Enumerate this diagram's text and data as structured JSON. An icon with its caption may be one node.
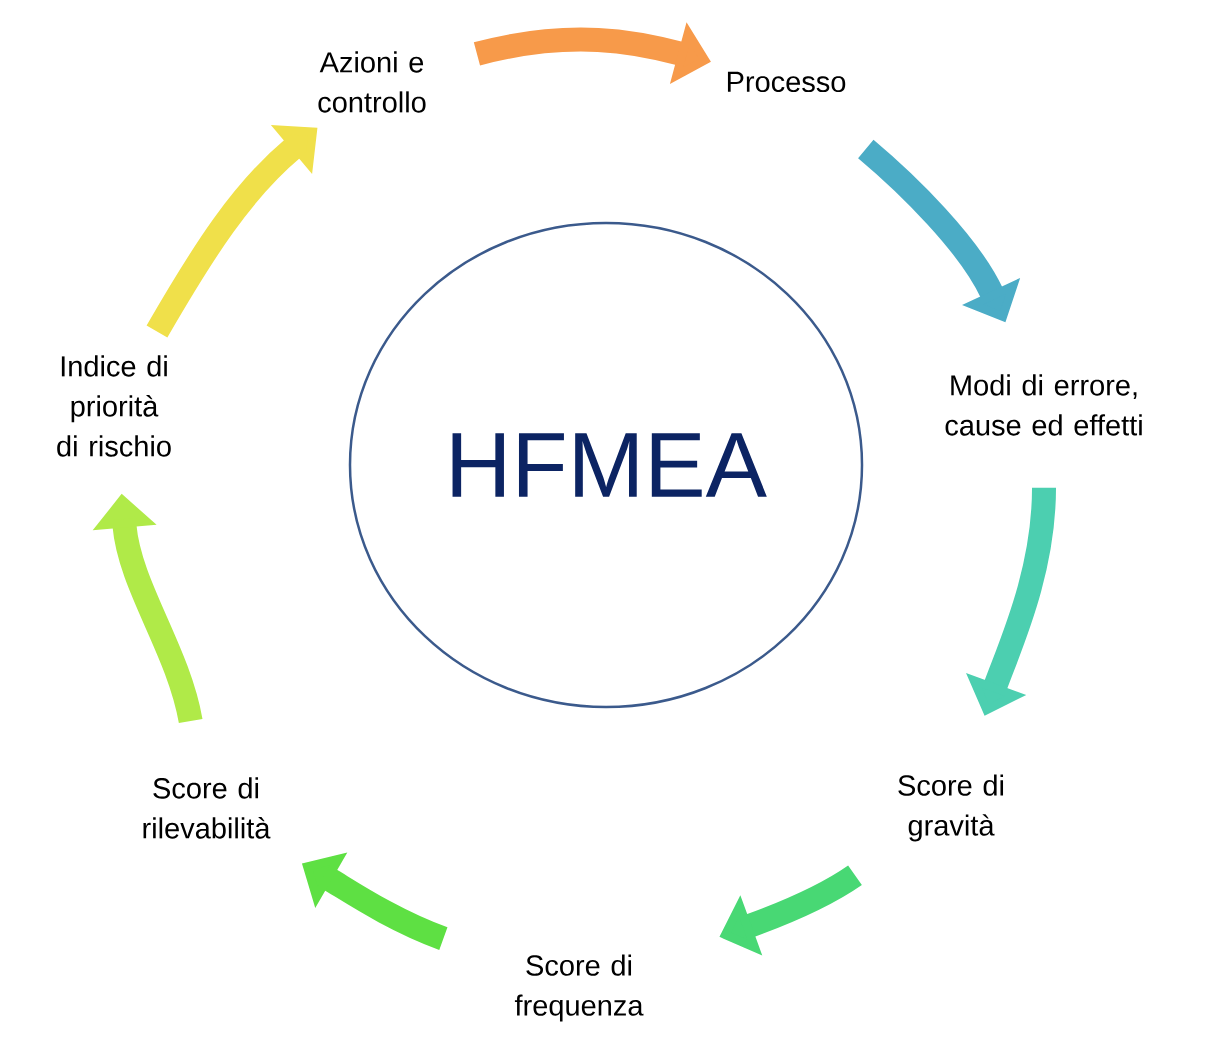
{
  "diagram": {
    "nodes": [
      {
        "text": [
          "HFMEA"
        ]
      },
      {
        "text": [
          "Processo"
        ]
      },
      {
        "text": [
          "Modi di errore, cause ed effetti"
        ]
      },
      {
        "text": [
          "Score di gravità"
        ]
      },
      {
        "text": [
          "Score di frequenza"
        ]
      },
      {
        "text": [
          "Score di rilevabilità"
        ]
      },
      {
        "text": [
          "Indice di priorità di rischio"
        ]
      },
      {
        "text": [
          "Azioni e controllo"
        ]
      }
    ],
    "edges": [
      {
        "from": 7,
        "to": 1,
        "arrow": "to",
        "color": "#f79a4a"
      },
      {
        "from": 1,
        "to": 2,
        "arrow": "to",
        "color": "#4bacc6"
      },
      {
        "from": 2,
        "to": 3,
        "arrow": "to",
        "color": "#4ccfb0"
      },
      {
        "from": 3,
        "to": 4,
        "arrow": "to",
        "color": "#48d874"
      },
      {
        "from": 4,
        "to": 5,
        "arrow": "to",
        "color": "#5ee043"
      },
      {
        "from": 5,
        "to": 6,
        "arrow": "to",
        "color": "#b0ea48"
      },
      {
        "from": 6,
        "to": 7,
        "arrow": "to",
        "color": "#f0e04a"
      }
    ]
  }
}
